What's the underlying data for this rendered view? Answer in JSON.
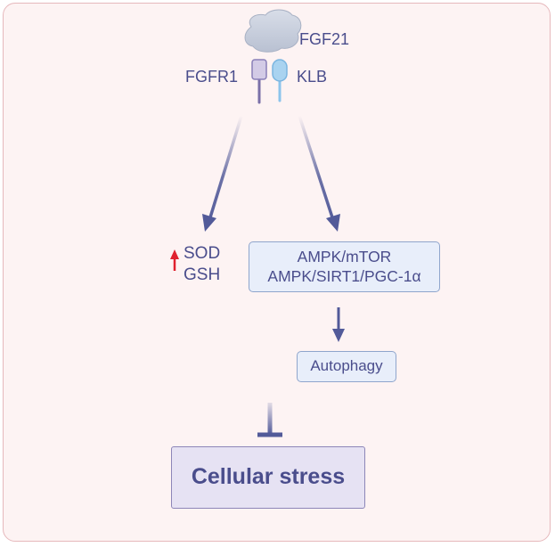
{
  "ligand": {
    "label": "FGF21"
  },
  "receptors": {
    "fgfr1_label": "FGFR1",
    "klb_label": "KLB"
  },
  "antioxidants": {
    "up_indicator": "up-arrow-icon",
    "sod_label": "SOD",
    "gsh_label": "GSH"
  },
  "pathways": {
    "line1": "AMPK/mTOR",
    "line2": "AMPK/SIRT1/PGC-1α"
  },
  "process": {
    "label": "Autophagy"
  },
  "outcome": {
    "label": "Cellular stress"
  },
  "colors": {
    "background": "#fdf3f3",
    "border": "#e6b8bc",
    "text": "#4a4d8c",
    "arrow": "#525a99",
    "up_arrow": "#e0212e",
    "fgf21_blob": "#c9d0de",
    "fgfr1": "#d3cbe6",
    "klb": "#a9d3f0"
  }
}
